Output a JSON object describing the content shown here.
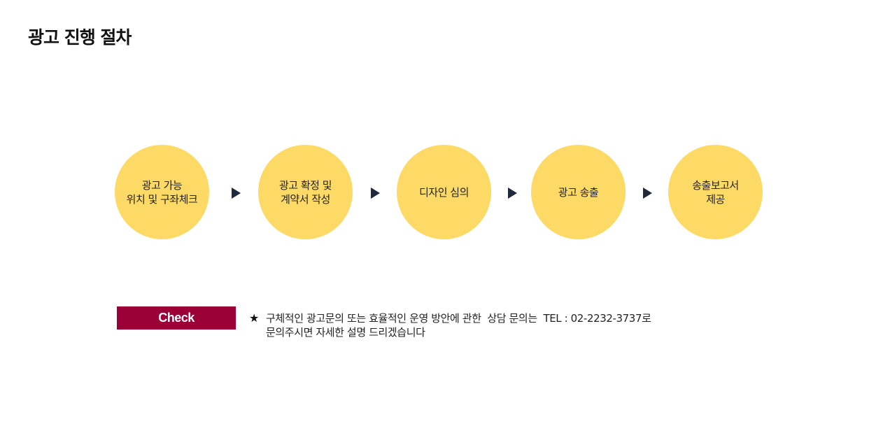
{
  "title": "광고 진행 절차",
  "steps": [
    {
      "label": "광고 가능\n위치 및 구좌체크"
    },
    {
      "label": "광고 확정 및\n계약서 작성"
    },
    {
      "label": "디자인 심의"
    },
    {
      "label": "광고 송출"
    },
    {
      "label": "송출보고서\n제공"
    }
  ],
  "arrow_icon": "triangle-right-icon",
  "colors": {
    "step_circle": "#fdd966",
    "arrow": "#1f2a3c",
    "check_badge": "#9b0036"
  },
  "check": {
    "label": "Check"
  },
  "notice": {
    "star": "★",
    "line1": "구체적인 광고문의 또는 효율적인 운영 방안에 관한  상담 문의는  TEL : 02-2232-3737로",
    "line2": "문의주시면 자세한 설명 드리겠습니다"
  }
}
